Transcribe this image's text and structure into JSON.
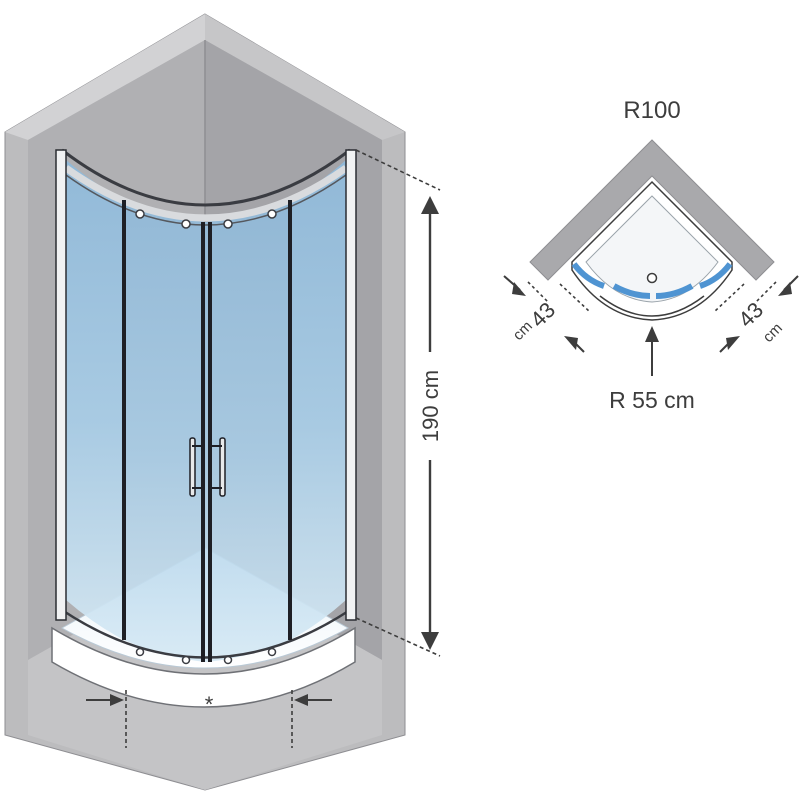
{
  "left_figure": {
    "height_label": "190 cm",
    "star_mark": "*"
  },
  "right_figure": {
    "model_label": "R100",
    "left_depth_value": "43",
    "left_depth_unit": "cm",
    "right_depth_value": "43",
    "right_depth_unit": "cm",
    "radius_label": "R 55 cm"
  },
  "colors": {
    "wall": "#b7b7b9",
    "wall_dark": "#a3a3a6",
    "glass": "#9ec5e2",
    "frame": "#1e1f25",
    "floor": "#f7f8f8",
    "accent_blue": "#4f94d2",
    "line": "#3d3d3d"
  }
}
